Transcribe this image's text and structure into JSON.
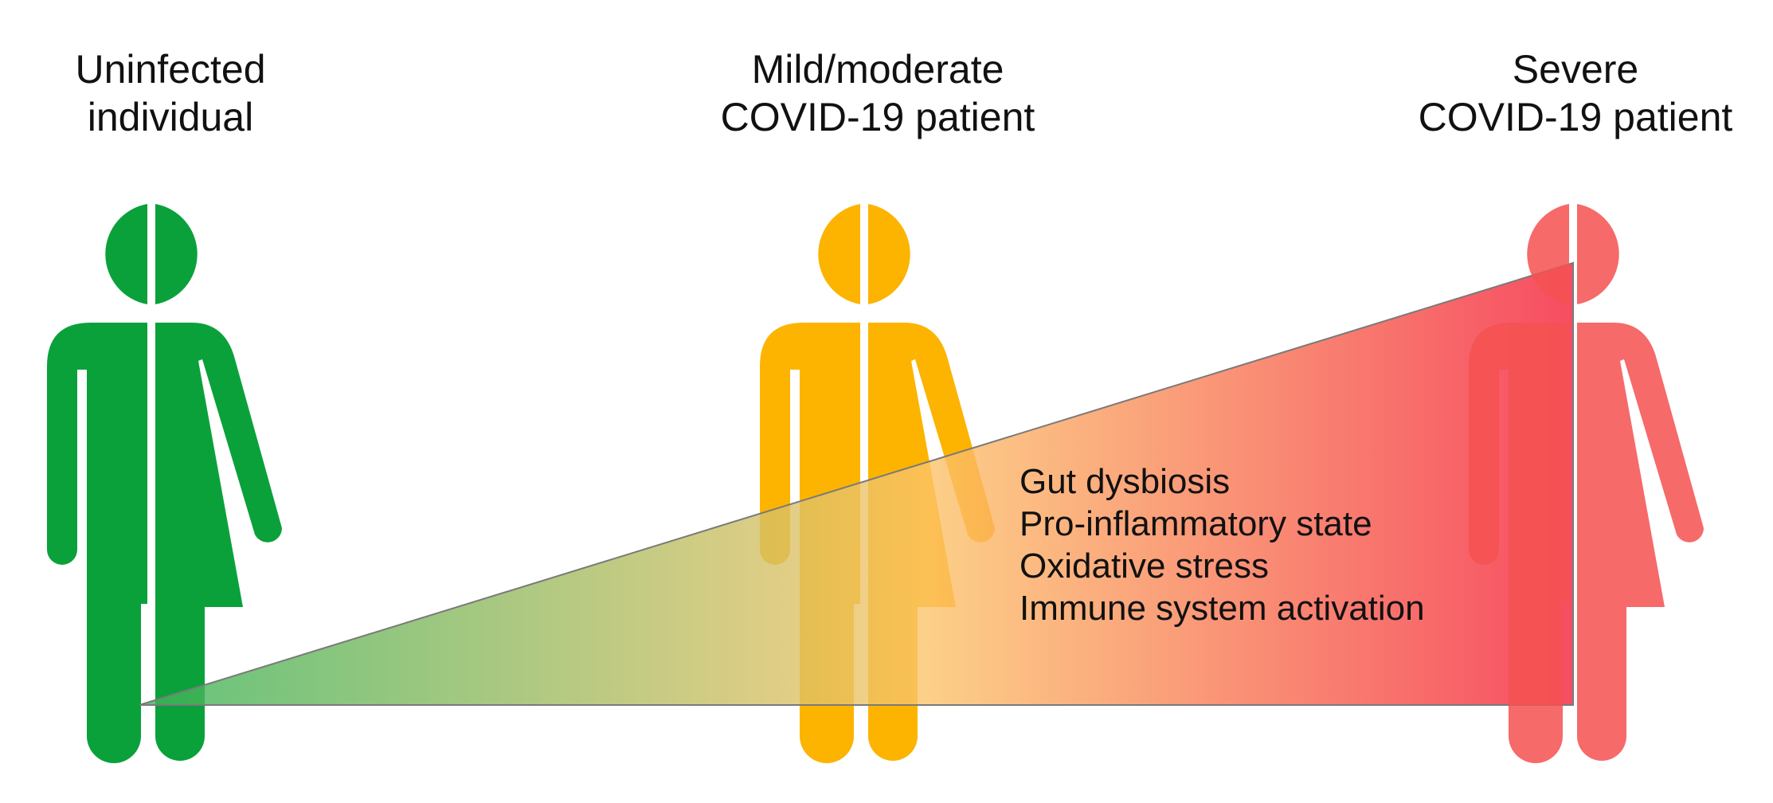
{
  "colors": {
    "uninfected": "#0aa13b",
    "mild": "#fcb400",
    "severe": "#f55252",
    "gradient_start": "#3bb35a",
    "gradient_mid": "#fcc46a",
    "gradient_end": "#f4203a"
  },
  "figures": [
    {
      "key": "uninfected",
      "title_line1": "Uninfected",
      "title_line2": "individual",
      "icon": "person-icon"
    },
    {
      "key": "mild",
      "title_line1": "Mild/moderate",
      "title_line2": "COVID-19 patient",
      "icon": "person-icon"
    },
    {
      "key": "severe",
      "title_line1": "Severe",
      "title_line2": "COVID-19 patient",
      "icon": "person-icon"
    }
  ],
  "effects": [
    "Gut dysbiosis",
    "Pro-inflammatory state",
    "Oxidative stress",
    "Immune system activation"
  ]
}
